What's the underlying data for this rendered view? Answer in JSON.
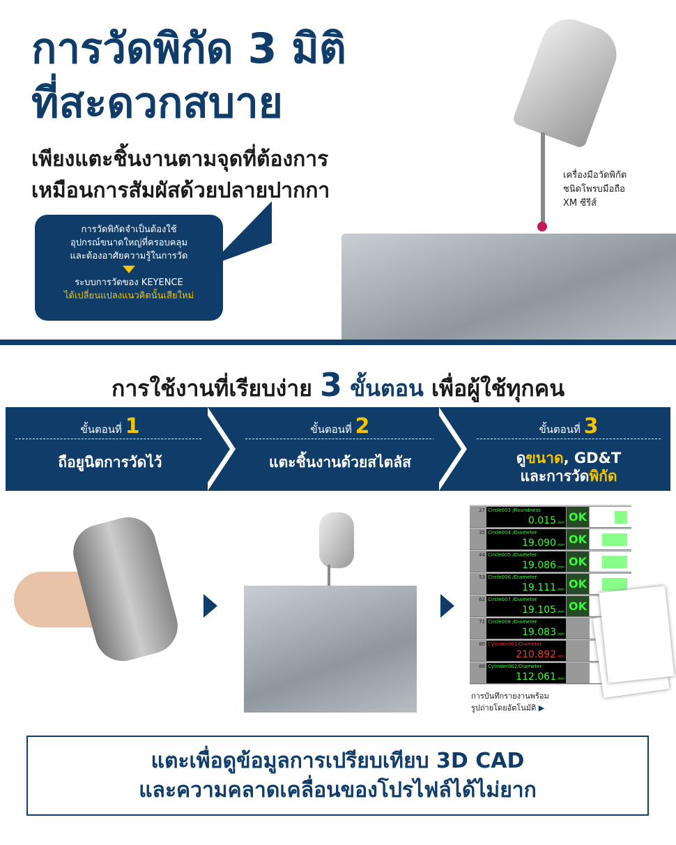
{
  "hero": {
    "title_line1": "การวัดพิกัด 3 มิติ",
    "title_line2": "ที่สะดวกสบาย",
    "subtitle_line1": "เพียงแตะชิ้นงานตามจุดที่ต้องการ",
    "subtitle_line2": "เหมือนการสัมผัสด้วยปลายปากกา"
  },
  "bubble": {
    "line1": "การวัดพิกัดจำเป็นต้องใช้",
    "line2": "อุปกรณ์ขนาดใหญ่ที่ครอบคลุม",
    "line3": "และต้องอาศัยความรู้ในการวัด",
    "line4": "ระบบการวัดของ KEYENCE",
    "line5": "ได้เปลี่ยนแปลงแนวคิดนั้นเสียใหม่"
  },
  "probe_label": {
    "line1": "เครื่องมือวัดพิกัด",
    "line2": "ชนิดโพรบมือถือ",
    "line3": "XM ซีรีส์"
  },
  "section": {
    "heading_pre": "การใช้งานที่เรียบง่าย",
    "heading_num": "3",
    "heading_mid": "ขั้นตอน",
    "heading_post": "เพื่อผู้ใช้ทุกคน"
  },
  "steps": [
    {
      "label": "ขั้นตอนที่",
      "num": "1",
      "text": "ถือยูนิตการวัดไว้"
    },
    {
      "label": "ขั้นตอนที่",
      "num": "2",
      "text": "แตะชิ้นงานด้วยสไตลัส"
    },
    {
      "label": "ขั้นตอนที่",
      "num": "3",
      "text_a": "ดู",
      "text_b": "ขนาด",
      "text_c": ", GD&T",
      "text_d": "และการวัด",
      "text_e": "พิกัด"
    }
  ],
  "measurements": [
    {
      "no": "27",
      "name": "Circle003 /Roundness",
      "value": "0.015",
      "unit": "mm",
      "status": "OK"
    },
    {
      "no": "35",
      "name": "Circle004 /Diameter",
      "value": "19.090",
      "unit": "mm",
      "status": "OK"
    },
    {
      "no": "44",
      "name": "Circle005 /Diameter",
      "value": "19.086",
      "unit": "mm",
      "status": "OK"
    },
    {
      "no": "53",
      "name": "Circle006 /Diameter",
      "value": "19.111",
      "unit": "mm",
      "status": "OK"
    },
    {
      "no": "62",
      "name": "Circle007 /Diameter",
      "value": "19.105",
      "unit": "mm",
      "status": "OK"
    },
    {
      "no": "71",
      "name": "Circle008 /Diameter",
      "value": "19.083",
      "unit": "mm",
      "status": ""
    },
    {
      "no": "80",
      "name": "Cylinder001/Diameter",
      "value": "210.892",
      "unit": "mm",
      "status": ""
    },
    {
      "no": "89",
      "name": "Cylinder002/Diameter",
      "value": "112.061",
      "unit": "mm",
      "status": ""
    }
  ],
  "report_caption": {
    "line1": "การบันทึกรายงานพร้อม",
    "line2": "รูปถ่ายโดยอัตโนมัติ"
  },
  "cta": {
    "line1": "แตะเพื่อดูข้อมูลการเปรียบเทียบ 3D CAD",
    "line2": "และความคลาดเคลื่อนของโปรไฟล์ได้ไม่ยาก"
  },
  "colors": {
    "navy": "#0f3c69",
    "yellow": "#f5c400",
    "ok_green": "#33ff33",
    "ng_red": "#ee3333"
  }
}
